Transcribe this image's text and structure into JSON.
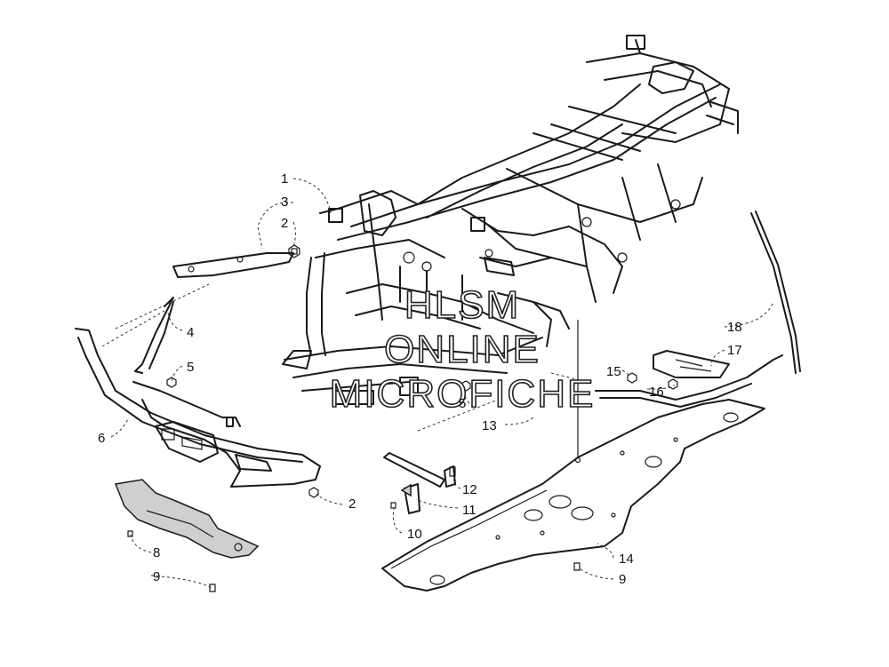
{
  "callouts": {
    "c1": "1",
    "c3": "3",
    "c2a": "2",
    "c4": "4",
    "c5a": "5",
    "c6": "6",
    "c2b": "2",
    "c8": "8",
    "c9a": "9",
    "c5b": "5",
    "c13": "13",
    "c12": "12",
    "c11": "11",
    "c10": "10",
    "c15": "15",
    "c16": "16",
    "c17": "17",
    "c18": "18",
    "c14": "14",
    "c9b": "9"
  },
  "watermark": {
    "line1": "HLSM",
    "line2": "ONLINE",
    "line3": "MICROFICHE"
  }
}
